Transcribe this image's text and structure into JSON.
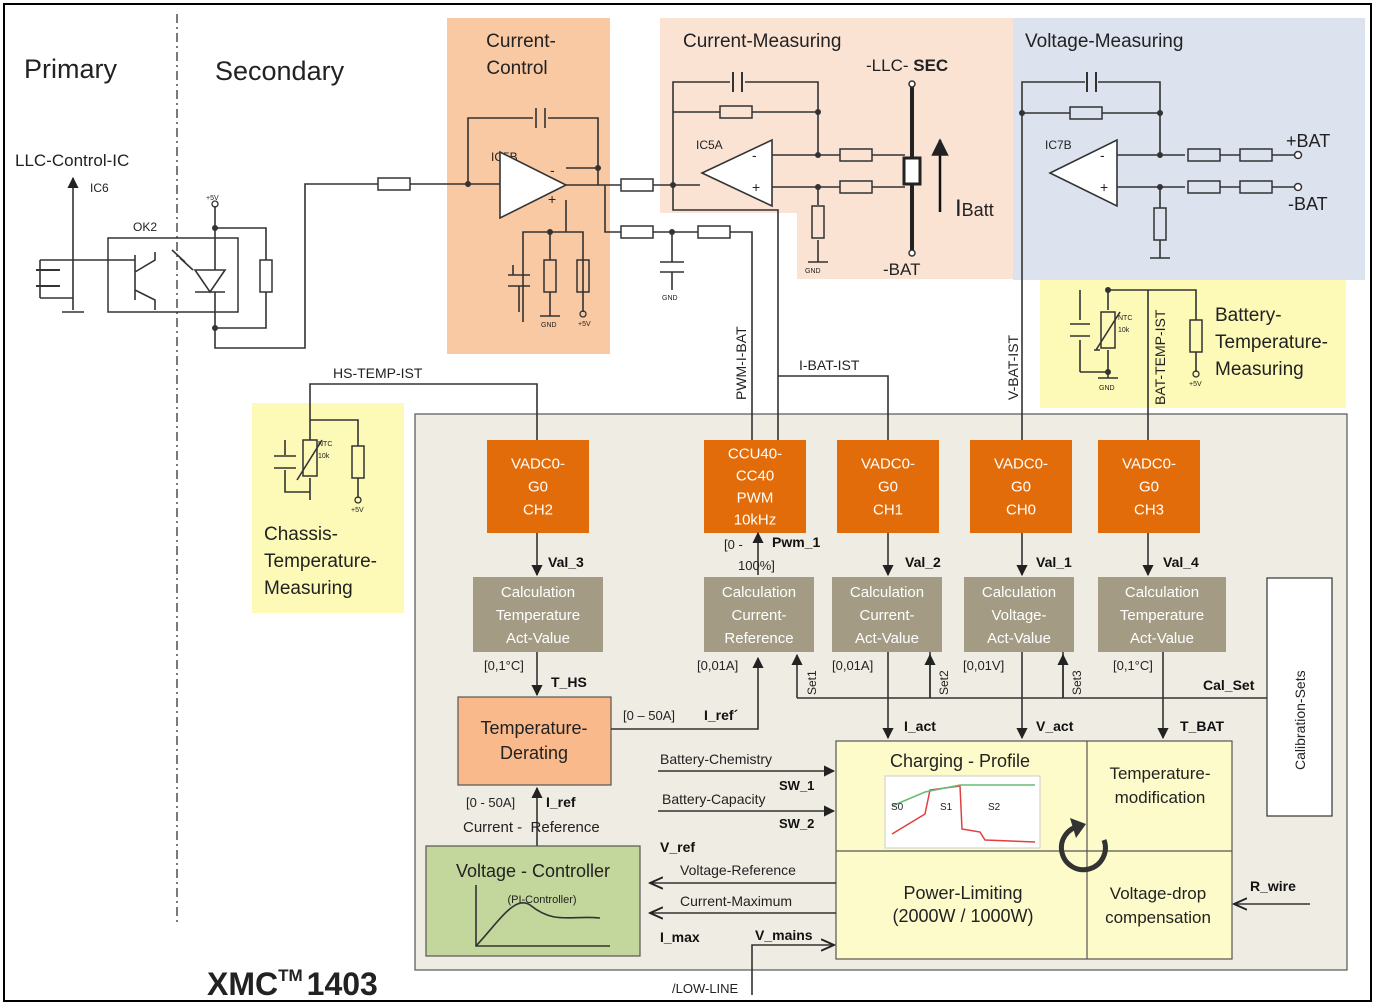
{
  "regions": {
    "primary": "Primary",
    "secondary": "Secondary",
    "current_control": [
      "Current-",
      "Control"
    ],
    "current_measuring": "Current-Measuring",
    "voltage_measuring": "Voltage-Measuring",
    "chassis_temp": [
      "Chassis-",
      "Temperature-",
      "Measuring"
    ],
    "battery_temp": [
      "Battery-",
      "Temperature-",
      "Measuring"
    ]
  },
  "components": {
    "llc_ic": "LLC-Control-IC",
    "ic6": "IC6",
    "ok2": "OK2",
    "ic5b": "IC5B",
    "ic5a": "IC5A",
    "ic7b": "IC7B",
    "plus5v": "+5V",
    "gnd": "GND",
    "ntc": "NTC",
    "ntc_val": "10k",
    "llc_sec_prefix": "-LLC-",
    "llc_sec_suffix": "SEC",
    "neg_bat": "-BAT",
    "i_batt": "I",
    "i_batt_sub": "Batt",
    "plus_bat_out": "+BAT",
    "minus_bat_out": "-BAT"
  },
  "signals": {
    "hs_temp_ist": "HS-TEMP-IST",
    "pwm_i_bat": "PWM-I-BAT",
    "i_bat_ist": "I-BAT-IST",
    "v_bat_ist": "V-BAT-IST",
    "bat_temp_ist": "BAT-TEMP-IST"
  },
  "mcu": {
    "name": "XMC",
    "tm": "TM",
    "number": "1403",
    "adc_blocks": [
      {
        "lines": [
          "VADC0-",
          "G0",
          "CH2"
        ]
      },
      {
        "lines": [
          "CCU40-",
          "CC40",
          "PWM",
          "10kHz"
        ]
      },
      {
        "lines": [
          "VADC0-",
          "G0",
          "CH1"
        ]
      },
      {
        "lines": [
          "VADC0-",
          "G0",
          "CH0"
        ]
      },
      {
        "lines": [
          "VADC0-",
          "G0",
          "CH3"
        ]
      }
    ],
    "vals": [
      "Val_3",
      "Pwm_1",
      "Val_2",
      "Val_1",
      "Val_4"
    ],
    "pwm_range": [
      "[0 -",
      "100%]"
    ],
    "calc_blocks": [
      {
        "lines": [
          "Calculation",
          "Temperature",
          "Act-Value"
        ]
      },
      {
        "lines": [
          "Calculation",
          "Current-",
          "Reference"
        ]
      },
      {
        "lines": [
          "Calculation",
          "Current-",
          "Act-Value"
        ]
      },
      {
        "lines": [
          "Calculation",
          "Voltage-",
          "Act-Value"
        ]
      },
      {
        "lines": [
          "Calculation",
          "Temperature",
          "Act-Value"
        ]
      }
    ],
    "units": [
      "[0,1°C]",
      "[0,01A]",
      "[0,01A]",
      "[0,01V]",
      "[0,1°C]"
    ],
    "sets": [
      "Set1",
      "Set2",
      "Set3"
    ],
    "cal_set": "Cal_Set",
    "calibration_sets": "Calibration-Sets",
    "t_hs": "T_HS",
    "i_ref_prime_range": "[0 – 50A]",
    "i_ref_prime": "I_ref´",
    "i_act": "I_act",
    "v_act": "V_act",
    "t_bat": "T_BAT",
    "temp_derating": [
      "Temperature-",
      "Derating"
    ],
    "i_ref_range": "[0 - 50A]",
    "i_ref": "I_ref",
    "current_reference": "Current -  Reference",
    "battery_chemistry": "Battery-Chemistry",
    "sw1": "SW_1",
    "battery_capacity": "Battery-Capacity",
    "sw2": "SW_2",
    "charging_profile": "Charging - Profile",
    "profile_stages": [
      "S0",
      "S1",
      "S2"
    ],
    "temp_modification": [
      "Temperature-",
      "modification"
    ],
    "v_ref": "V_ref",
    "voltage_reference": "Voltage-Reference",
    "current_maximum": "Current-Maximum",
    "i_max": "I_max",
    "v_mains": "V_mains",
    "low_line": "/LOW-LINE",
    "voltage_controller": "Voltage - Controller",
    "pi_controller": "(PI-Controller)",
    "power_limiting": [
      "Power-Limiting",
      "(2000W / 1000W)"
    ],
    "voltage_drop": [
      "Voltage-drop",
      "compensation"
    ],
    "r_wire": "R_wire"
  },
  "colors": {
    "orange_region": "#f9c9a3",
    "peach_region": "#fbe3d4",
    "blue_region": "#dce3ef",
    "yellow_region": "#fdfab8",
    "mcu_bg": "#efece3",
    "adc_orange": "#e36c0a",
    "calc_tan": "#a39b83",
    "derating": "#f9b98a",
    "controller_green": "#c3d69b",
    "profile_yellow": "#fdfbc9"
  }
}
